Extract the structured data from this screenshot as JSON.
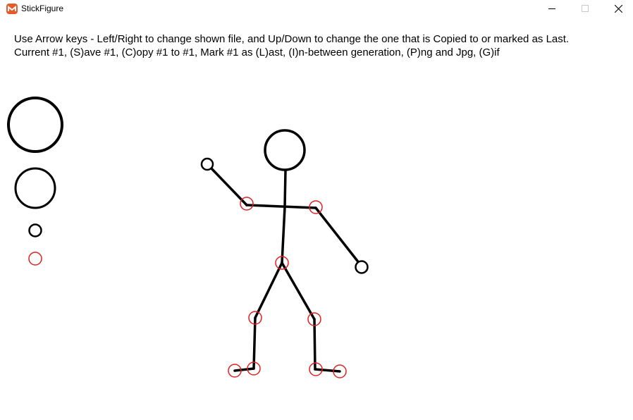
{
  "window": {
    "title": "StickFigure",
    "app_icon": "monogame-logo-icon",
    "controls": [
      "minimize-icon",
      "maximize-icon",
      "close-icon"
    ]
  },
  "instructions": {
    "line1": "Use Arrow keys - Left/Right to change shown file, and Up/Down to change the one that is Copied to or marked as Last.",
    "line2": "Current #1, (S)ave #1, (C)opy #1 to #1, Mark #1 as (L)ast, (I)n-between generation, (P)ng and Jpg, (G)if"
  },
  "colors": {
    "stroke": "#000000",
    "joint_handle": "#e02020",
    "app_icon": "#e7592a"
  }
}
